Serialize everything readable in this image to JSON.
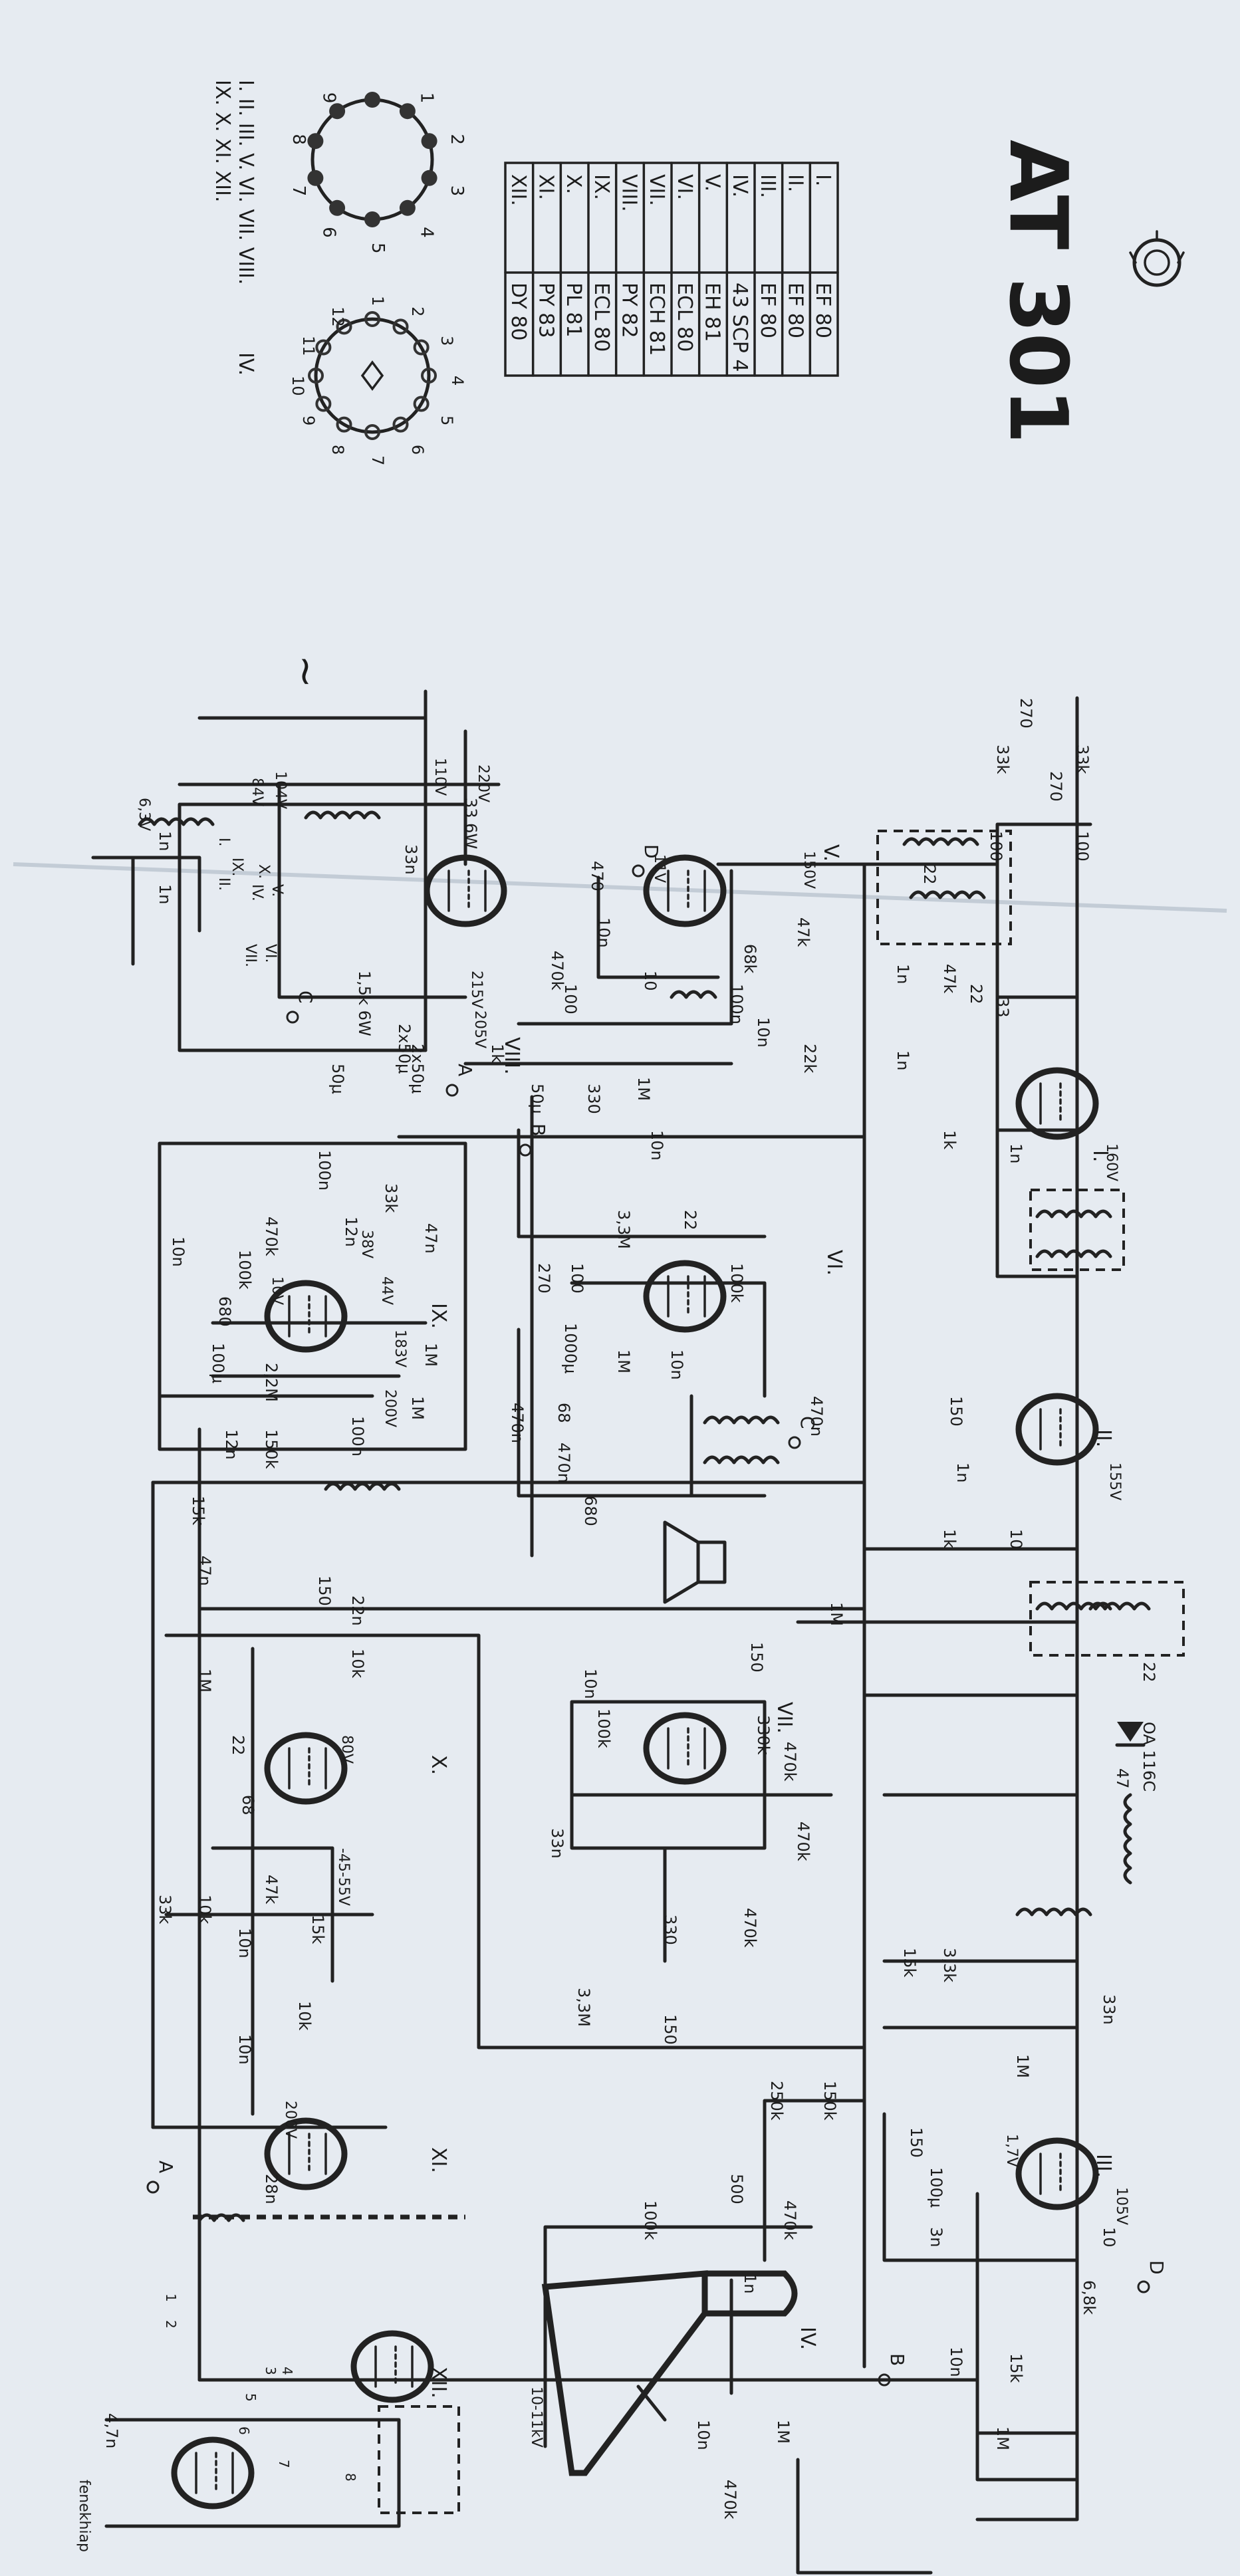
{
  "title": "AT 301",
  "tube_table": [
    {
      "num": "I.",
      "type": "EF 80"
    },
    {
      "num": "II.",
      "type": "EF 80"
    },
    {
      "num": "III.",
      "type": "EF 80"
    },
    {
      "num": "IV.",
      "type": "43 SCP 4"
    },
    {
      "num": "V.",
      "type": "EH 81"
    },
    {
      "num": "VI.",
      "type": "ECL 80"
    },
    {
      "num": "VII.",
      "type": "ECH 81"
    },
    {
      "num": "VIII.",
      "type": "PY 82"
    },
    {
      "num": "IX.",
      "type": "ECL 80"
    },
    {
      "num": "X.",
      "type": "PL 81"
    },
    {
      "num": "XI.",
      "type": "PY 83"
    },
    {
      "num": "XII.",
      "type": "DY 80"
    }
  ],
  "base_diagrams": {
    "noval_caption_1": "I. II. III. V. VI. VII. VIII.",
    "noval_caption_2": "IX. X. XI. XII.",
    "crt_caption": "IV.",
    "noval_pins": [
      "1",
      "2",
      "3",
      "4",
      "5",
      "6",
      "7",
      "8",
      "9"
    ],
    "crt_pins": [
      "1",
      "2",
      "3",
      "4",
      "5",
      "6",
      "7",
      "8",
      "9",
      "10",
      "11",
      "12"
    ]
  },
  "tube_labels": [
    "I.",
    "II.",
    "III.",
    "IV.",
    "V.",
    "VI.",
    "VII.",
    "VIII.",
    "IX.",
    "X.",
    "XI.",
    "XII."
  ],
  "components": {
    "r270a": "270",
    "r270b": "270",
    "r33ka": "33k",
    "r33kb": "33k",
    "c100a": "100",
    "c100b": "100",
    "c22a": "22",
    "c22b": "22",
    "c1na": "1n",
    "r47ka": "47k",
    "r33a": "33",
    "c1nb": "1n",
    "r1ka": "1k",
    "c1nc": "1n",
    "r150a": "150",
    "c1nd": "1n",
    "r1kb": "1k",
    "c10a": "10",
    "c22c": "22",
    "diode": "OA 116C",
    "c47a": "47",
    "r15ka": "15k",
    "r33kc": "3,3k",
    "c33na": "33n",
    "r1ma": "1M",
    "r150b": "150",
    "c100u": "100μ",
    "c3n": "3n",
    "c10b": "10",
    "r68k": "6,8k",
    "c10na": "10n",
    "r15kb": "15k",
    "r1mb": "1M",
    "r470a": "470",
    "c10nb": "10n",
    "r68ka": "68k",
    "c100nc": "100n",
    "r470kb": "470k",
    "c100d": "100",
    "c10c": "10",
    "r47kb": "47k",
    "r22k": "22k",
    "c10nc": "10n",
    "r330": "330",
    "p1m": "1M",
    "c10nd": "10n",
    "r33m": "3,3M",
    "c22d": "22",
    "r270c": "270",
    "r100a": "100",
    "r100kb": "100k",
    "c1000u": "1000μ",
    "r1mc": "1M",
    "c10ne": "10n",
    "c470na": "470n",
    "r68": "68",
    "c470nb": "470n",
    "r680a": "680",
    "c470nc": "470n",
    "r1md": "1M",
    "c10nf": "10n",
    "r100kc": "100k",
    "r330k": "330k",
    "c150a": "150",
    "r470kc": "470k",
    "r470kd": "470k",
    "c33nb": "33n",
    "c330": "330",
    "r470ke": "470k",
    "r33mb": "3,3M",
    "c150b": "150",
    "r250k": "250k",
    "r150kd": "150k",
    "c500": "500",
    "r470kf": "470k",
    "r100kd": "100k",
    "c1ne": "1n",
    "r1mf": "1M",
    "c10ng": "10n",
    "r470kg": "470k",
    "c100ne": "100n",
    "r470kh": "470k",
    "r33kd": "33k",
    "c12n": "12n",
    "c47n": "47n",
    "r100ke": "100k",
    "c10nh": "10n",
    "r680b": "680",
    "c100uf": "100μ",
    "r22m": "2,2M",
    "r1mg": "1M",
    "r1mh": "1M",
    "c100nf": "100n",
    "c12nb": "12n",
    "r150ke": "150k",
    "r15kc": "15k",
    "c47nb": "47n",
    "r150c": "150",
    "c22n": "22n",
    "r1mi": "1M",
    "r10k": "10k",
    "c22e": "22",
    "c68": "68",
    "r47kc": "47k",
    "r33ke": "33k",
    "r10kb": "10k",
    "c10ni": "10n",
    "p15k": "15k",
    "r10kc": "10k",
    "c10nj": "10n",
    "c28n": "28n",
    "c33nc": "33n",
    "r15kw": "1,5k 6W",
    "c250a": "2x50μ",
    "c250b": "2x50μ",
    "r1ki": "1k",
    "c50ua": "50μ",
    "c50ub": "50μ",
    "r33w": "33 6W",
    "c1nf": "1n",
    "c1ng": "1n",
    "c47nc": "4,7n"
  },
  "voltages": {
    "v220": "220V",
    "v110": "110V",
    "v63": "6,3V",
    "v84": "84V",
    "v104": "104V",
    "v150": "150V",
    "v205": "205V",
    "v215": "215V",
    "v160": "160V",
    "v155": "155V",
    "v105": "105V",
    "v17": "1,7V",
    "v80": "80V",
    "v200": "200V",
    "v4555": "-45-55V",
    "v38": "38V",
    "v44": "44V",
    "v183": "183V",
    "v200b": "200V",
    "v10": "10V",
    "v1011": "10-11kV",
    "v11": "11V"
  },
  "nodes": {
    "A": "A",
    "B": "B",
    "C": "C",
    "D": "D",
    "Ab": "A",
    "Bb": "B",
    "Cb": "C",
    "Db": "D"
  },
  "misc": {
    "mains": "~",
    "trafo_taps": [
      "I.",
      "II.",
      "IV.",
      "V.",
      "VI.",
      "VII.",
      "IX.",
      "X."
    ],
    "deflection": "fenekhiap",
    "pins_misc": [
      "1",
      "2",
      "3",
      "4",
      "5",
      "6",
      "7",
      "8"
    ]
  }
}
